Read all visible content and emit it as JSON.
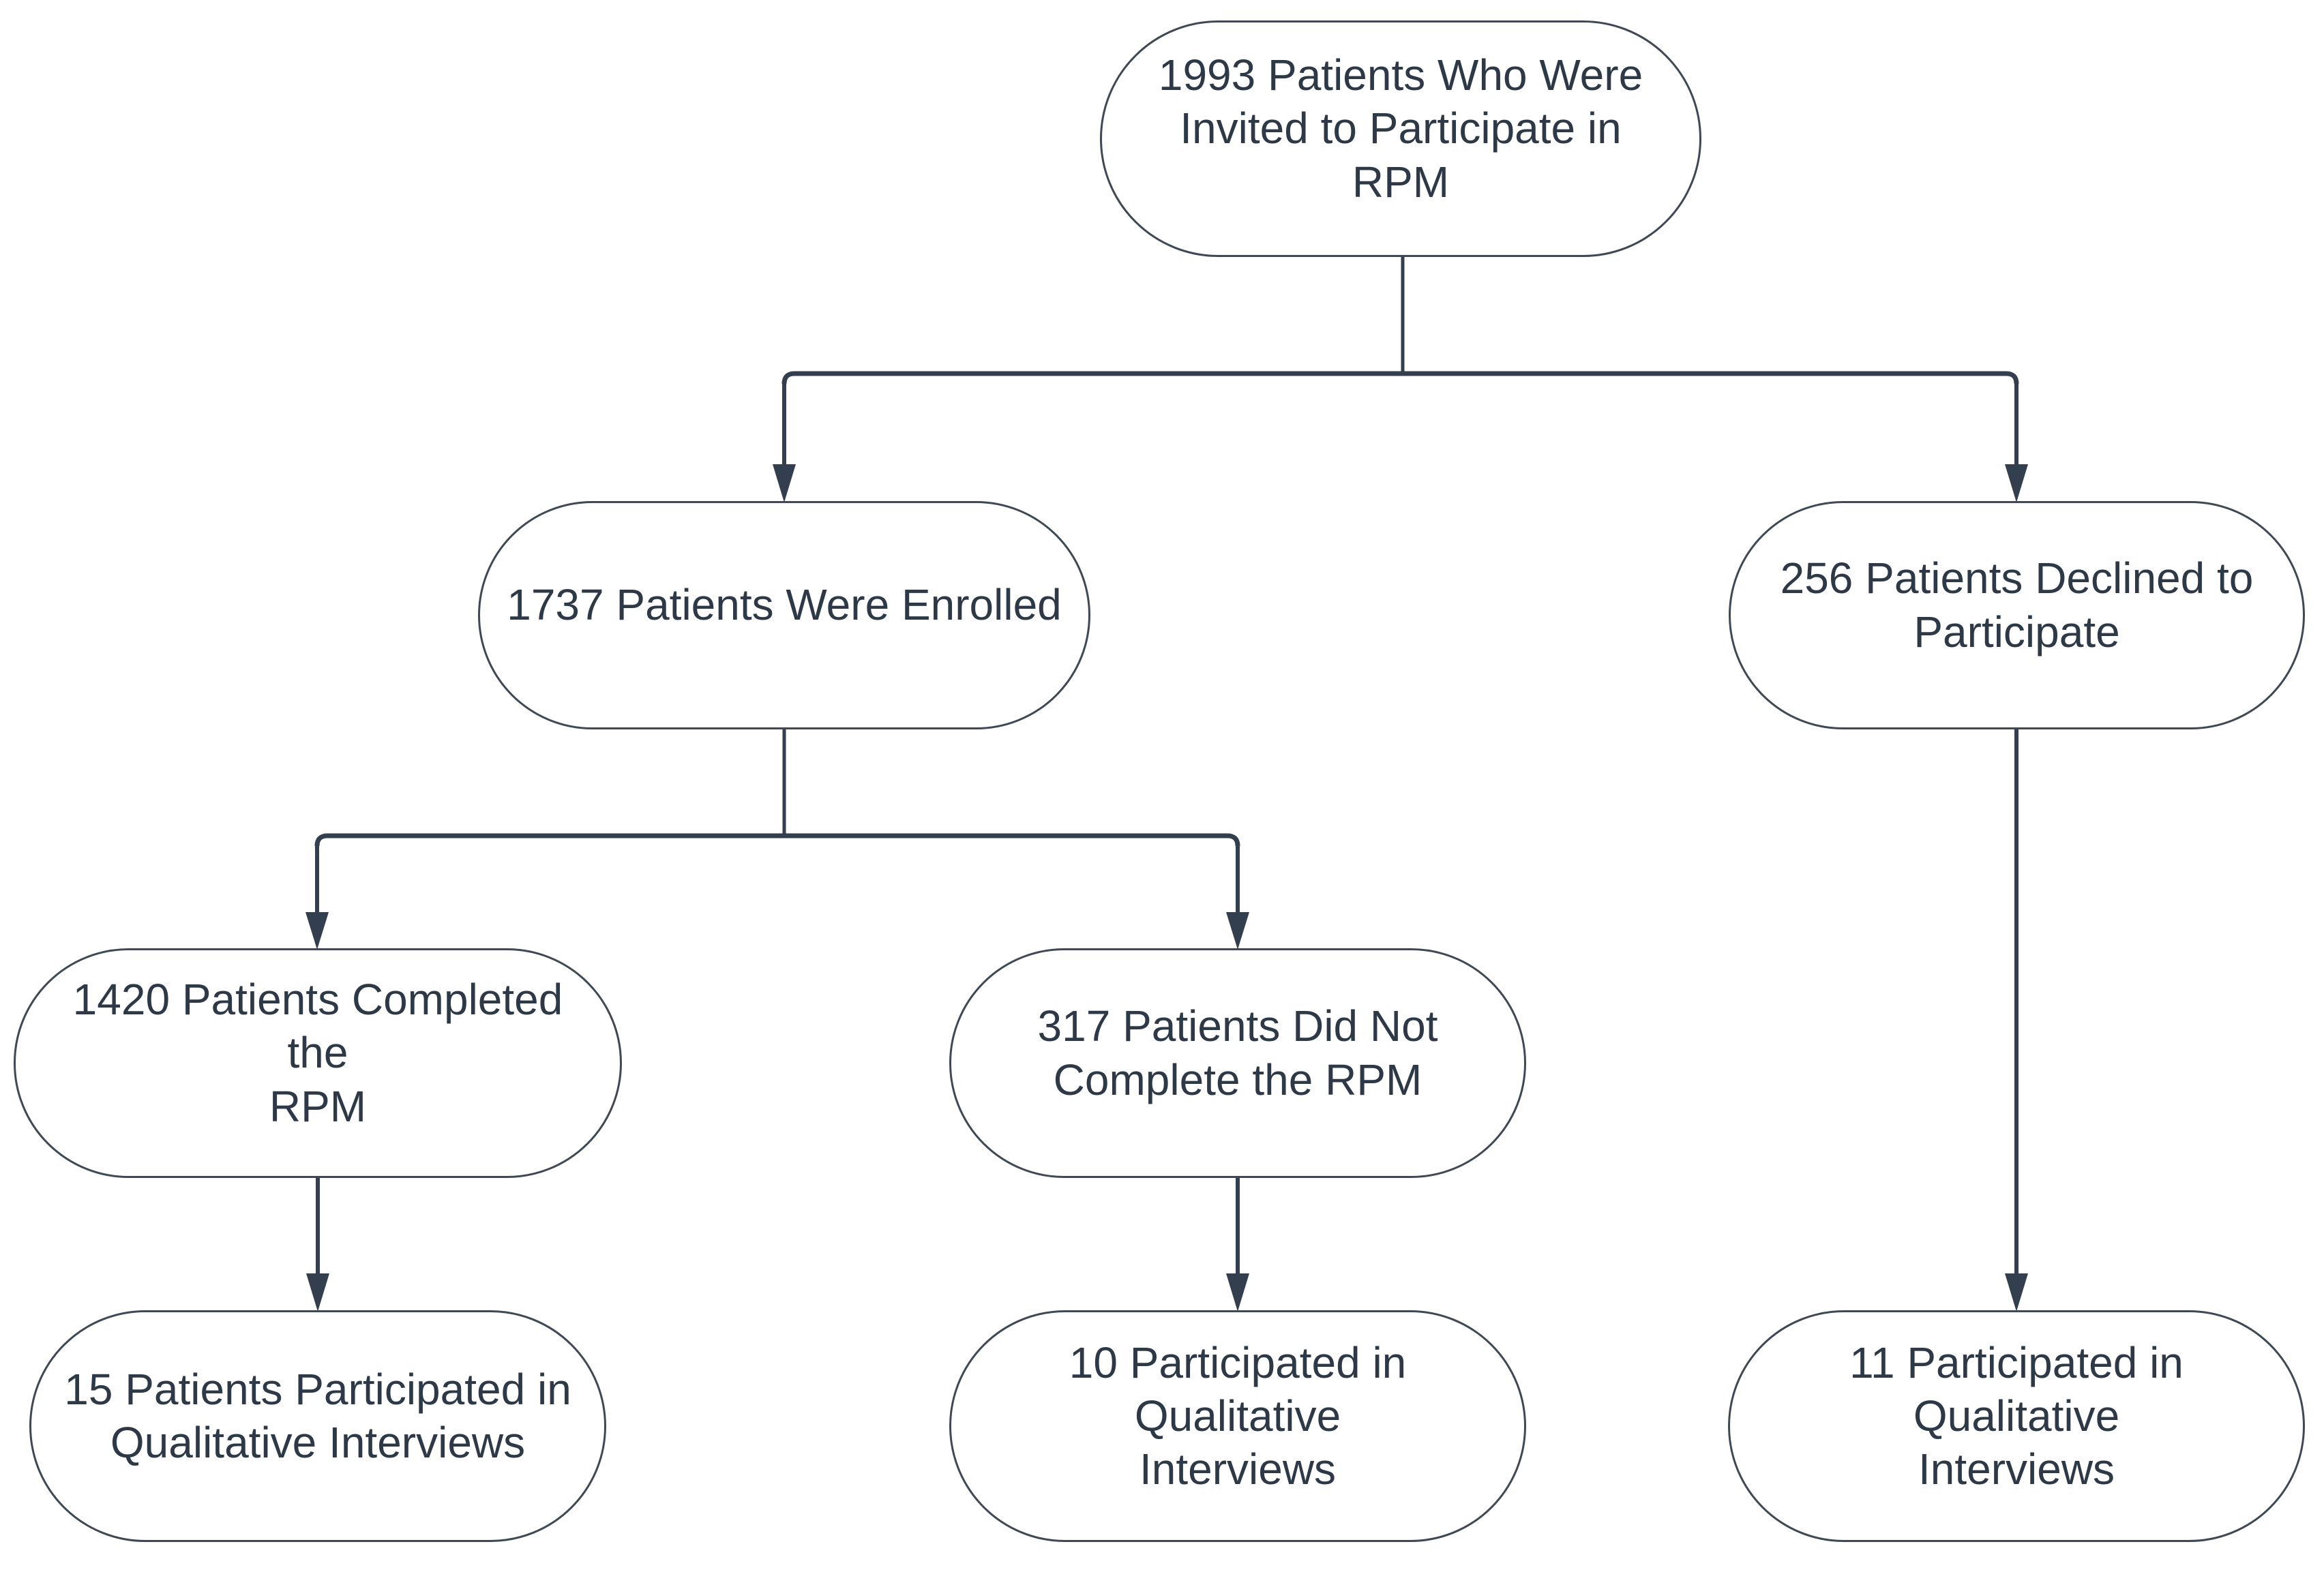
{
  "colors": {
    "line": "#333e4e",
    "node_border": "#3e4955",
    "text": "#2e3947",
    "background": "#ffffff"
  },
  "flowchart": {
    "nodes": [
      {
        "id": "invited",
        "text": "1993 Patients Who Were\nInvited to Participate in RPM"
      },
      {
        "id": "enrolled",
        "text": "1737 Patients Were Enrolled"
      },
      {
        "id": "declined",
        "text": "256 Patients Declined to\nParticipate"
      },
      {
        "id": "completed-rpm",
        "text": "1420 Patients Completed the\nRPM"
      },
      {
        "id": "did-not-complete-rpm",
        "text": "317 Patients Did Not\nComplete the RPM"
      },
      {
        "id": "completed-interviews",
        "text": "15 Patients Participated in\nQualitative Interviews"
      },
      {
        "id": "noncompleter-interviews",
        "text": "10 Participated in Qualitative\nInterviews"
      },
      {
        "id": "decliner-interviews",
        "text": "11 Participated in Qualitative\nInterviews"
      }
    ],
    "edges": [
      {
        "from": "invited",
        "to": "enrolled"
      },
      {
        "from": "invited",
        "to": "declined"
      },
      {
        "from": "enrolled",
        "to": "completed-rpm"
      },
      {
        "from": "enrolled",
        "to": "did-not-complete-rpm"
      },
      {
        "from": "completed-rpm",
        "to": "completed-interviews"
      },
      {
        "from": "did-not-complete-rpm",
        "to": "noncompleter-interviews"
      },
      {
        "from": "declined",
        "to": "decliner-interviews"
      }
    ]
  }
}
